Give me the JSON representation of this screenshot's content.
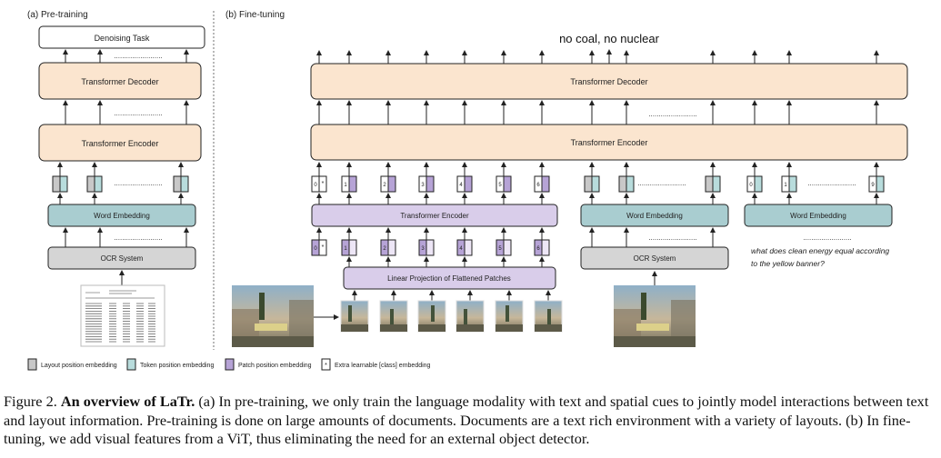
{
  "panels": {
    "pretraining_title": "(a) Pre-training",
    "finetuning_title": "(b) Fine-tuning"
  },
  "pretraining": {
    "denoising_task": "Denoising Task",
    "decoder": "Transformer Decoder",
    "encoder": "Transformer Encoder",
    "word_embedding": "Word Embedding",
    "ocr": "OCR System",
    "ellipsis": "........................"
  },
  "finetuning": {
    "output": "no coal, no nuclear",
    "decoder": "Transformer Decoder",
    "encoder": "Transformer Encoder",
    "vit_encoder": "Transformer Encoder",
    "projection": "Linear Projection of Flattened Patches",
    "word_embedding_1": "Word Embedding",
    "word_embedding_2": "Word Embedding",
    "ocr": "OCR System",
    "question": [
      "what does clean energy equal according",
      "to the yellow banner?"
    ],
    "patch_tokens": [
      "0",
      "1",
      "2",
      "3",
      "4",
      "5",
      "6"
    ],
    "cls_marker": "*",
    "question_tokens": [
      "0",
      "1",
      "9"
    ],
    "ellipsis": "........................"
  },
  "legend": {
    "layout": "Layout position embedding",
    "token": "Token position embedding",
    "patch": "Patch position embedding",
    "cls_marker": "*",
    "cls": "Extra learnable [class] embedding"
  },
  "caption": {
    "label": "Figure 2.",
    "bold": "An overview of LaTr.",
    "text": "(a) In pre-training, we only train the language modality with text and spatial cues to jointly model interactions between text and layout information. Pre-training is done on large amounts of documents. Documents are a text rich environment with a variety of layouts. (b) In fine-tuning, we add visual features from a ViT, thus eliminating the need for an external object detector."
  },
  "colors": {
    "transformer_fill": "#fbe5cf",
    "embedding_fill": "#a9cdd0",
    "ocr_fill": "#d5d5d5",
    "vit_fill": "#d9cdea",
    "layout_token": "#c8c8c8",
    "token_pos": "#b8dcdc",
    "patch_pos": "#b6a3d6"
  }
}
